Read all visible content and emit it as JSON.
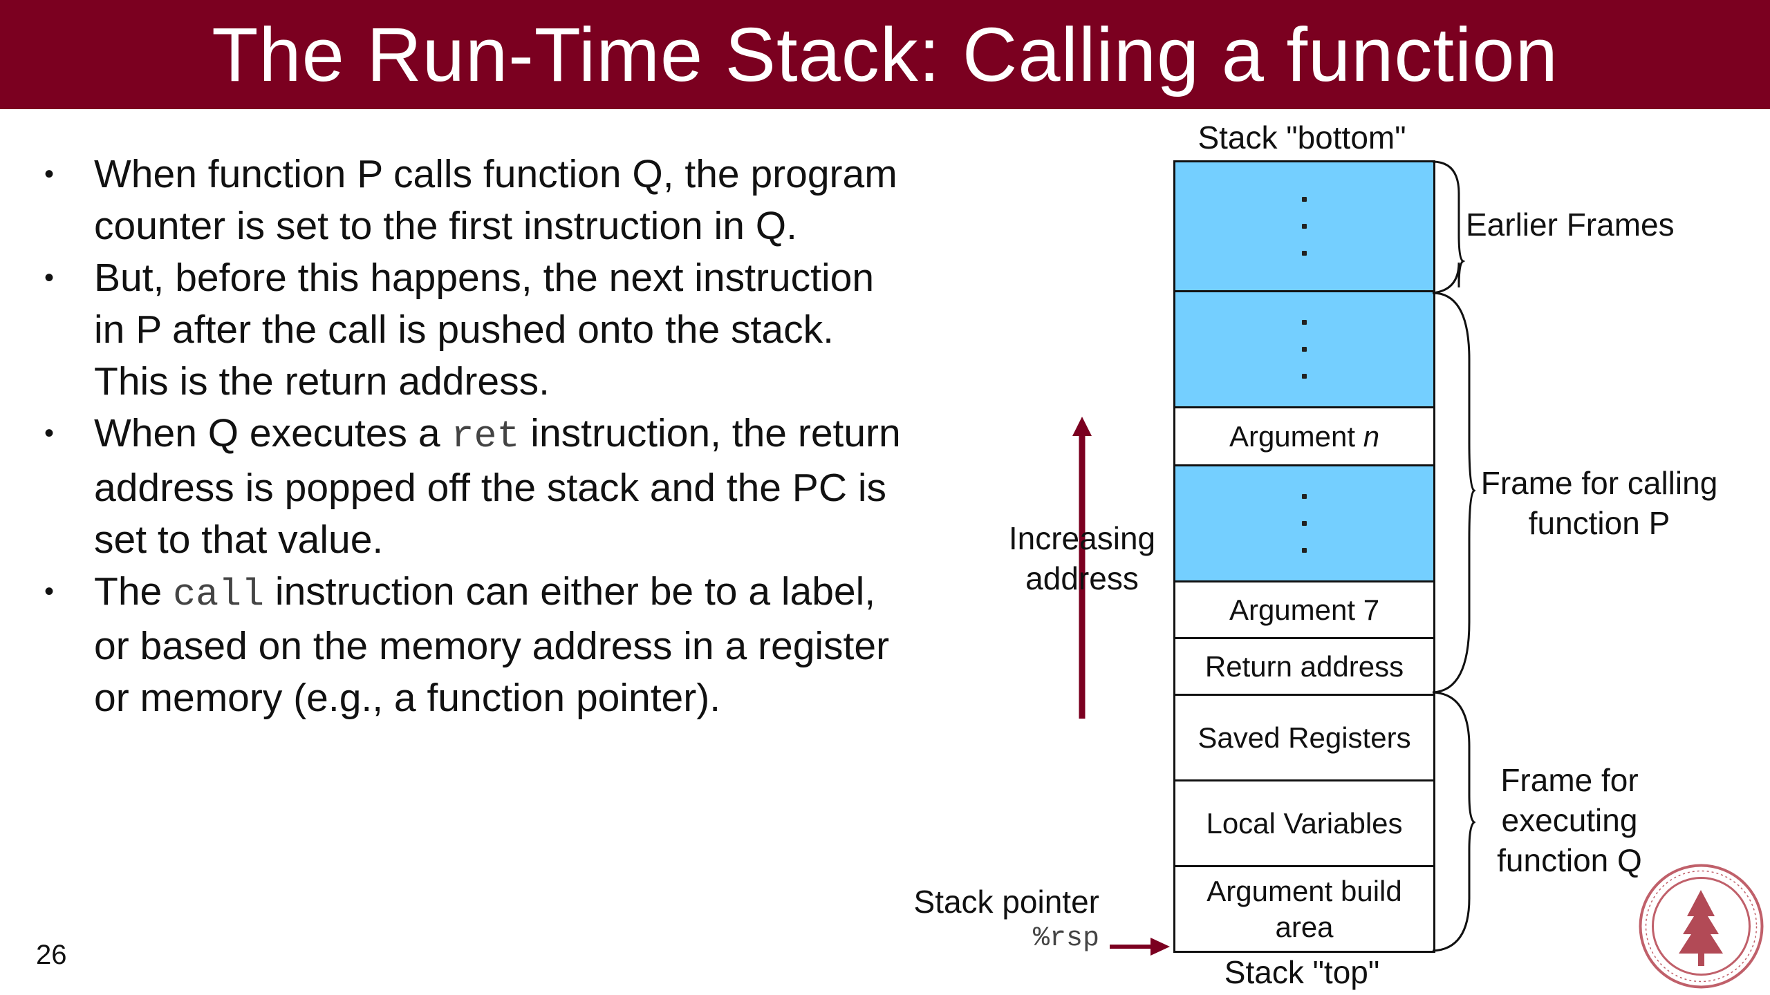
{
  "title": "The Run-Time Stack: Calling a function",
  "bullets": [
    {
      "parts": [
        {
          "t": "When function P calls function Q, the program counter is set to the first instruction in Q."
        }
      ]
    },
    {
      "parts": [
        {
          "t": "But, before this happens, the next instruction in P after the call is pushed onto the stack. This is the return address."
        }
      ]
    },
    {
      "parts": [
        {
          "t": "When Q executes a "
        },
        {
          "t": "ret",
          "code": true
        },
        {
          "t": " instruction, the return address is popped off the stack and the PC is set to that value."
        }
      ]
    },
    {
      "parts": [
        {
          "t": "The "
        },
        {
          "t": "call",
          "code": true
        },
        {
          "t": " instruction can either be to a label, or based on the memory address in a register or memory (e.g., a function pointer)."
        }
      ]
    }
  ],
  "page_number": "26",
  "diagram": {
    "stack_bottom": "Stack \"bottom\"",
    "stack_top": "Stack \"top\"",
    "cells": {
      "argument_n": "Argument ",
      "argument_n_italic": "n",
      "argument_7": "Argument 7",
      "return_address": "Return address",
      "saved_registers": "Saved Registers",
      "local_variables": "Local Variables",
      "argument_build_area": "Argument build area"
    },
    "brace_labels": {
      "earlier_frames": "Earlier Frames",
      "frame_p": "Frame for calling function P",
      "frame_q": "Frame for executing function Q"
    },
    "increasing_address": "Increasing address",
    "stack_pointer": "Stack pointer",
    "stack_pointer_reg": "%rsp",
    "colors": {
      "title_bg": "#7b0020",
      "arrow": "#7b0020",
      "cell_blue": "#74cfff"
    }
  }
}
